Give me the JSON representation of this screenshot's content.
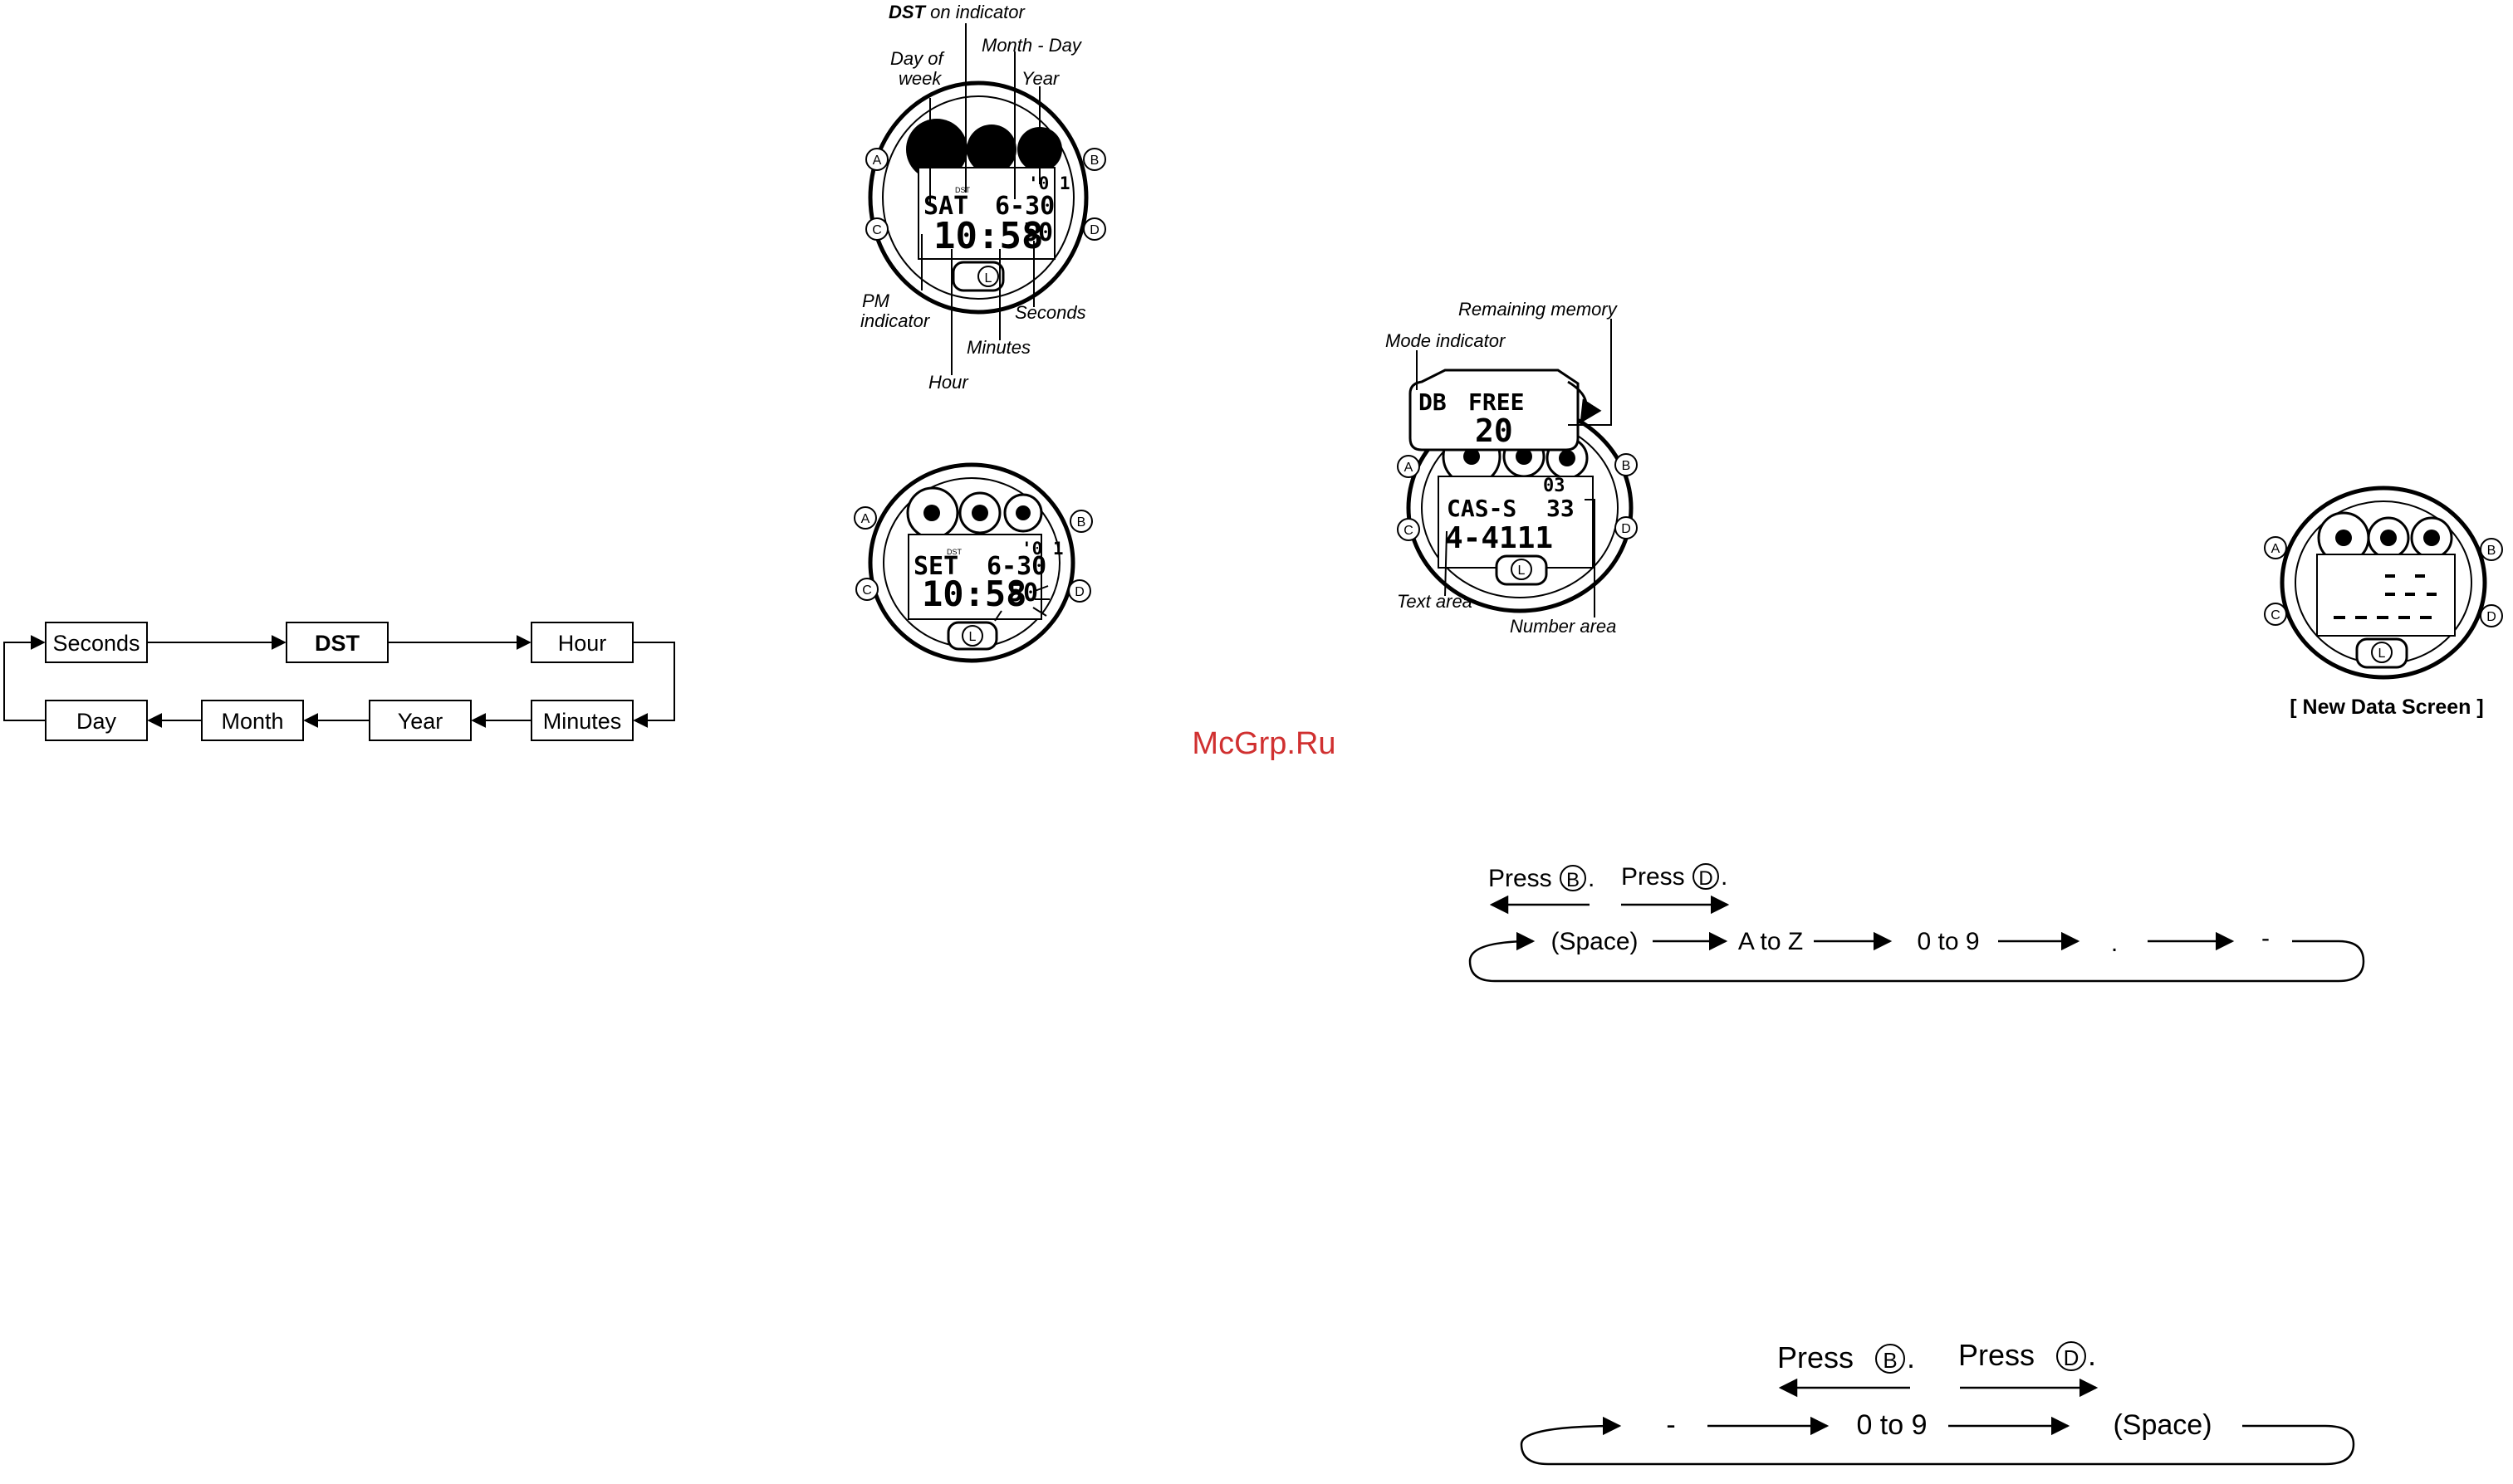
{
  "watermark": "McGrp.Ru",
  "setting_cycle": [
    "Seconds",
    "DST",
    "Hour",
    "Minutes",
    "Year",
    "Month",
    "Day"
  ],
  "watch_top": {
    "callouts": {
      "dst_bold": "DST",
      "dst_rest": " on indicator",
      "month_day": "Month - Day",
      "day_of_week_1": "Day of",
      "day_of_week_2": "week",
      "year": "Year",
      "pm_1": "PM",
      "pm_2": "indicator",
      "seconds": "Seconds",
      "minutes": "Minutes",
      "hour": "Hour"
    },
    "lcd": {
      "small": "'0 1",
      "day": "SAT",
      "date": "6-30",
      "time": "10:58",
      "sec": "50",
      "dst": "DST"
    },
    "buttons": {
      "a": "A",
      "b": "B",
      "c": "C",
      "d": "D",
      "l": "L"
    }
  },
  "watch_set": {
    "lcd": {
      "small": "'0 1",
      "mode": "SET",
      "date": "6-30",
      "time": "10:58",
      "sec": "50",
      "dst": "DST"
    },
    "buttons": {
      "a": "A",
      "b": "B",
      "c": "C",
      "d": "D",
      "l": "L"
    }
  },
  "watch_databank": {
    "callouts": {
      "mode_indicator": "Mode indicator",
      "remaining_memory": "Remaining memory",
      "text_area": "Text area",
      "number_area": "Number area"
    },
    "popup": {
      "mode": "DB",
      "free": "FREE",
      "count": "20"
    },
    "lcd": {
      "small": "03",
      "text": "CAS-S",
      "num1": "33",
      "number": "4-4111"
    },
    "buttons": {
      "a": "A",
      "b": "B",
      "c": "C",
      "d": "D",
      "l": "L"
    }
  },
  "watch_new": {
    "caption": "[ New Data Screen ]",
    "buttons": {
      "a": "A",
      "b": "B",
      "c": "C",
      "d": "D",
      "l": "L"
    }
  },
  "char_seq_1": {
    "press_b": "Press",
    "key_b": "B",
    "press_d": "Press",
    "key_d": "D",
    "items": [
      "(Space)",
      "A to Z",
      "0 to 9",
      ".",
      "-"
    ]
  },
  "char_seq_2": {
    "press_b": "Press",
    "key_b": "B",
    "press_d": "Press",
    "key_d": "D",
    "items": [
      "-",
      "0 to 9",
      "(Space)"
    ]
  }
}
